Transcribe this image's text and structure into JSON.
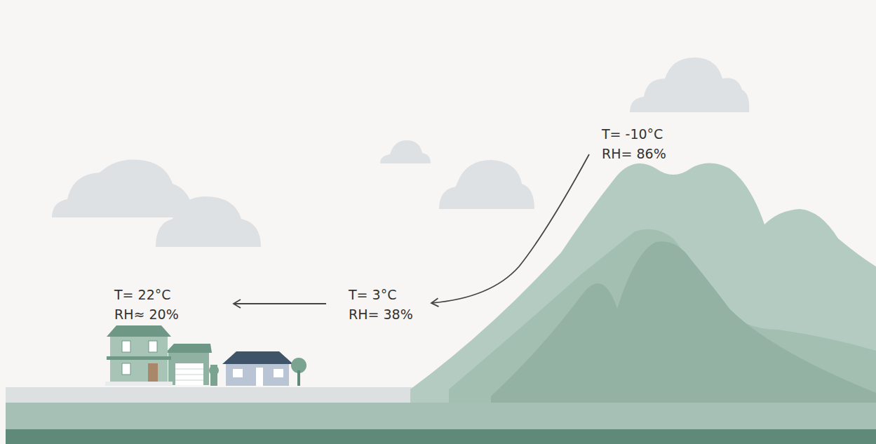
{
  "diagram": {
    "labels": [
      "T= -10°C",
      "RH= 86%",
      "T= 3°C",
      "RH= 38%",
      "T= 22°C",
      "RH≈ 20%"
    ]
  }
}
